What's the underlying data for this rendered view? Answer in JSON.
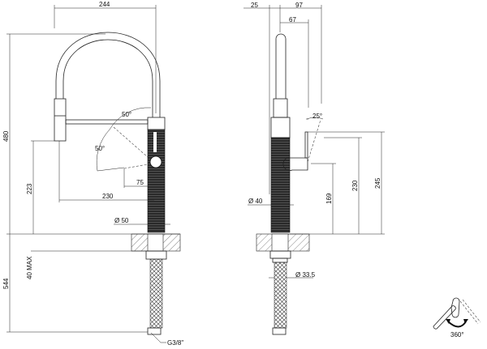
{
  "front_view": {
    "dims": {
      "width_244": "244",
      "height_480": "480",
      "height_223": "223",
      "reach_230": "230",
      "offset_75": "75",
      "diameter_50": "Ø 50",
      "angle_top": "50°",
      "angle_bottom": "50°",
      "max_40": "40 MAX",
      "hose_544": "544",
      "thread": "G3/8\""
    }
  },
  "side_view": {
    "dims": {
      "d25": "25",
      "d97": "97",
      "d67": "67",
      "angle_25": "25°",
      "d169": "169",
      "d230": "230",
      "d245": "245",
      "diameter_40": "Ø 40",
      "diameter_33_5": "Ø 33.5"
    }
  },
  "rotation_icon": {
    "label": "360°"
  }
}
